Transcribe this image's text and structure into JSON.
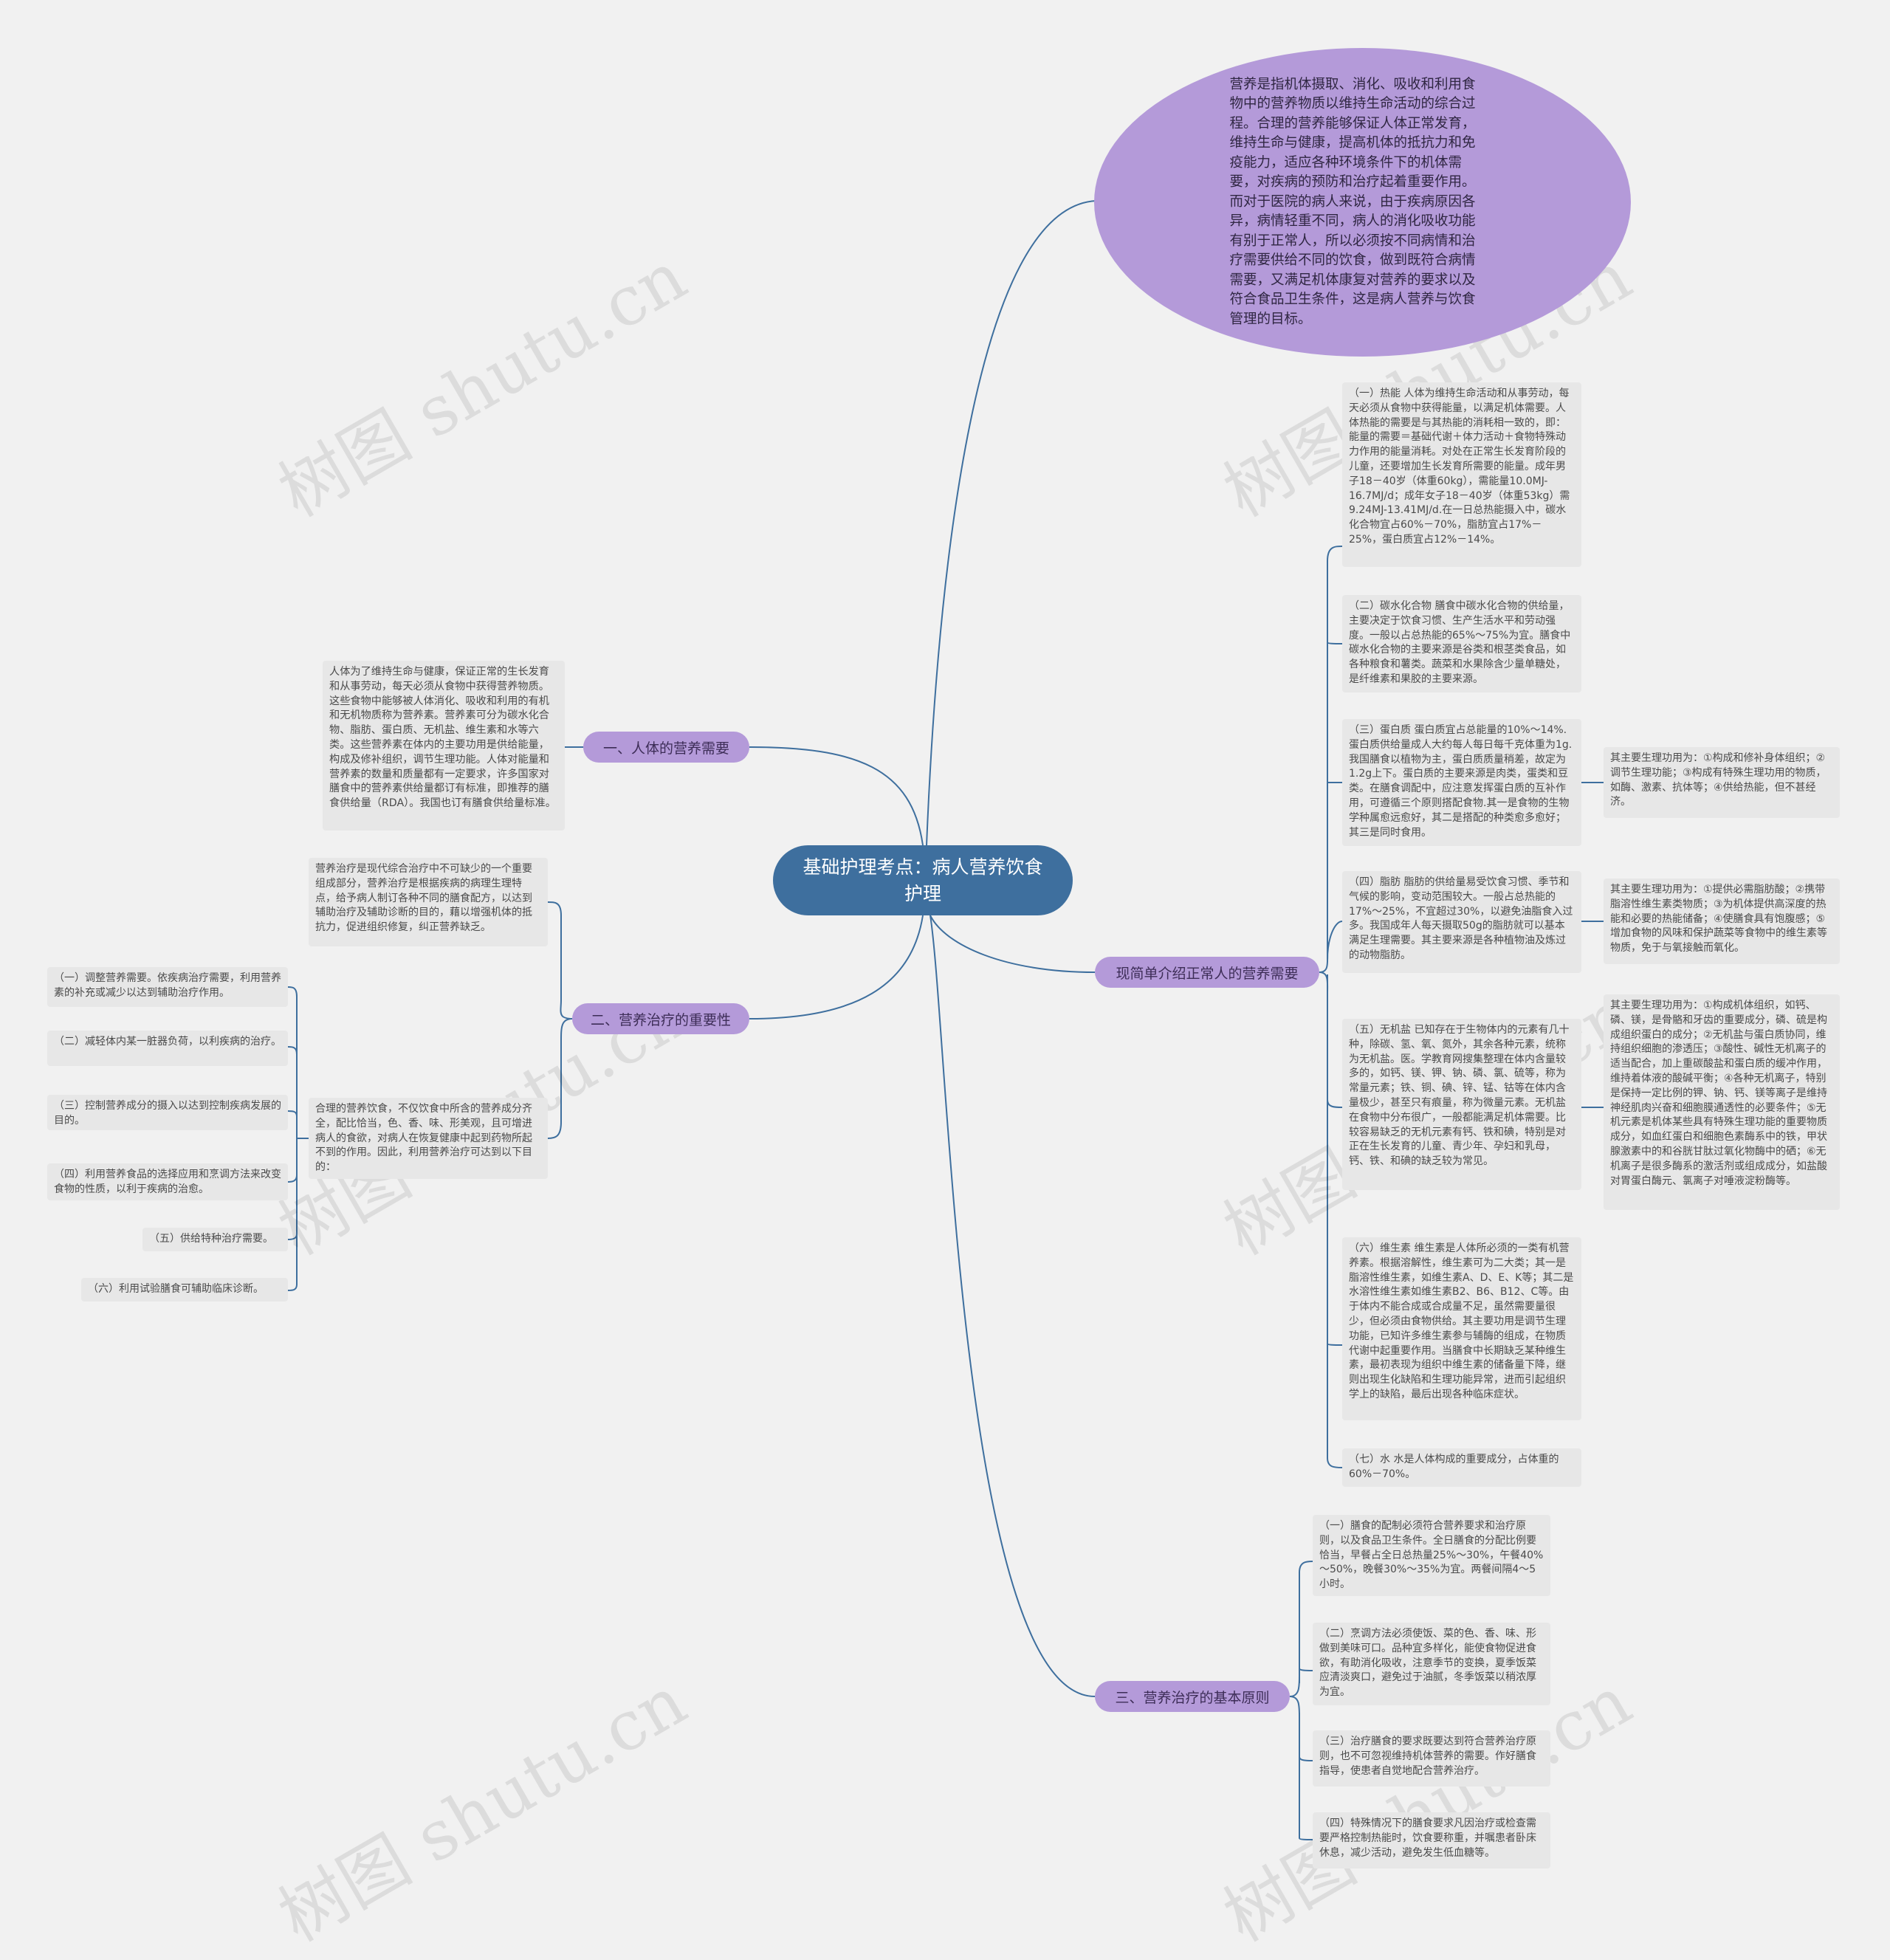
{
  "root": {
    "title": "基础护理考点：病人营养饮食护理"
  },
  "intro": {
    "text": "营养是指机体摄取、消化、吸收和利用食物中的营养物质以维持生命活动的综合过程。合理的营养能够保证人体正常发育，维持生命与健康，提高机体的抵抗力和免疫能力，适应各种环境条件下的机体需要，对疾病的预防和治疗起着重要作用。而对于医院的病人来说，由于疾病原因各异，病情轻重不同，病人的消化吸收功能有别于正常人，所以必须按不同病情和治疗需要供给不同的饮食，做到既符合病情需要，又满足机体康复对营养的要求以及符合食品卫生条件，这是病人营养与饮食管理的目标。"
  },
  "branches": {
    "b1": {
      "label": "一、人体的营养需要"
    },
    "b2": {
      "label": "二、营养治疗的重要性"
    },
    "b3": {
      "label": "现简单介绍正常人的营养需要"
    },
    "b4": {
      "label": "三、营养治疗的基本原则"
    }
  },
  "b1_items": {
    "main": "人体为了维持生命与健康，保证正常的生长发育和从事劳动，每天必须从食物中获得营养物质。这些食物中能够被人体消化、吸收和利用的有机和无机物质称为营养素。营养素可分为碳水化合物、脂肪、蛋白质、无机盐、维生素和水等六类。这些营养素在体内的主要功用是供给能量，构成及修补组织，调节生理功能。人体对能量和营养素的数量和质量都有一定要求，许多国家对膳食中的营养素供给量都订有标准，即推荐的膳食供给量（RDA）。我国也订有膳食供给量标准。"
  },
  "b2_items": {
    "top": "营养治疗是现代综合治疗中不可缺少的一个重要组成部分，营养治疗是根据疾病的病理生理特点，给予病人制订各种不同的膳食配方，以达到辅助治疗及辅助诊断的目的，藉以增强机体的抵抗力，促进组织修复，纠正营养缺乏。",
    "mid": "合理的营养饮食，不仅饮食中所含的营养成分齐全，配比恰当，色、香、味、形美观，且可增进病人的食欲，对病人在恢复健康中起到药物所起不到的作用。因此，利用营养治疗可达到以下目的：",
    "p1": "（一）调整营养需要。依疾病治疗需要，利用营养素的补充或减少以达到辅助治疗作用。",
    "p2": "（二）减轻体内某一脏器负荷，以利疾病的治疗。",
    "p3": "（三）控制营养成分的摄入以达到控制疾病发展的目的。",
    "p4": "（四）利用营养食品的选择应用和烹调方法来改变食物的性质，以利于疾病的治愈。",
    "p5": "（五）供给特种治疗需要。",
    "p6": "（六）利用试验膳食可辅助临床诊断。"
  },
  "b3_items": {
    "n1": "（一）热能 人体为维持生命活动和从事劳动，每天必须从食物中获得能量，以满足机体需要。人体热能的需要是与其热能的消耗相一致的，即：能量的需要＝基础代谢＋体力活动＋食物特殊动力作用的能量消耗。对处在正常生长发育阶段的儿童，还要增加生长发育所需要的能量。成年男子18－40岁（体重60kg），需能量10.0MJ-16.7MJ/d；成年女子18－40岁（体重53kg）需9.24MJ-13.41MJ/d.在一日总热能摄入中，碳水化合物宜占60%－70%，脂肪宜占17%－25%，蛋白质宜占12%－14%。",
    "n2": "（二）碳水化合物 膳食中碳水化合物的供给量，主要决定于饮食习惯、生产生活水平和劳动强度。一般以占总热能的65%～75%为宜。膳食中碳水化合物的主要来源是谷类和根茎类食品，如各种粮食和薯类。蔬菜和水果除含少量单糖处，是纤维素和果胶的主要来源。",
    "n3": "（三）蛋白质 蛋白质宜占总能量的10%～14%.蛋白质供给量成人大约每人每日每千克体重为1g.我国膳食以植物为主，蛋白质质量稍差，故定为1.2g上下。蛋白质的主要来源是肉类，蛋类和豆类。在膳食调配中，应注意发挥蛋白质的互补作用，可遵循三个原则搭配食物.其一是食物的生物学种属愈远愈好，其二是搭配的种类愈多愈好；其三是同时食用。",
    "n3d": "其主要生理功用为：①构成和修补身体组织；②调节生理功能；③构成有特殊生理功用的物质，如酶、激素、抗体等；④供给热能，但不甚经济。",
    "n4": "（四）脂肪 脂肪的供给量易受饮食习惯、季节和气候的影响，变动范围较大。一般占总热能的17%～25%，不宜超过30%，以避免油脂食入过多。我国成年人每天摄取50g的脂肪就可以基本满足生理需要。其主要来源是各种植物油及炼过的动物脂肪。",
    "n4d": "其主要生理功用为：①提供必需脂肪酸；②携带脂溶性维生素类物质；③为机体提供高深度的热能和必要的热能储备；④使膳食具有饱腹感；⑤增加食物的风味和保护蔬菜等食物中的维生素等物质，免于与氧接触而氧化。",
    "n5": "（五）无机盐 已知存在于生物体内的元素有几十种，除碳、氢、氧、氮外，其余各种元素，统称为无机盐。医。学教育网搜集整理在体内含量较多的，如钙、镁、钾、钠、磷、氯、硫等，称为常量元素；铁、铜、碘、锌、锰、钴等在体内含量极少，甚至只有痕量，称为微量元素。无机盐在食物中分布很广，一般都能满足机体需要。比较容易缺乏的无机元素有钙、铁和碘，特别是对正在生长发育的儿童、青少年、孕妇和乳母，钙、铁、和碘的缺乏较为常见。",
    "n5d": "其主要生理功用为：①构成机体组织，如钙、磷、镁，是骨骼和牙齿的重要成分，磷、硫是构成组织蛋白的成分；②无机盐与蛋白质协同，维持组织细胞的渗透压；③酸性、碱性无机离子的适当配合，加上重碳酸盐和蛋白质的缓冲作用，维持着体液的酸碱平衡；④各种无机离子，特别是保持一定比例的钾、钠、钙、镁等离子是维持神经肌肉兴奋和细胞膜通透性的必要条件；⑤无机元素是机体某些具有特殊生理功能的重要物质成分，如血红蛋白和细胞色素酶系中的铁，甲状腺激素中的和谷胱甘肽过氧化物酶中的硒；⑥无机离子是很多酶系的激活剂或组成成分，如盐酸对胃蛋白酶元、氯离子对唾液淀粉酶等。",
    "n6": "（六）维生素 维生素是人体所必须的一类有机营养素。根据溶解性，维生素可为二大类；其一是脂溶性维生素，如维生素A、D、E、K等；其二是水溶性维生素如维生素B2、B6、B12、C等。由于体内不能合成或合成量不足，虽然需要量很少，但必须由食物供给。其主要功用是调节生理功能，已知许多维生素参与辅酶的组成，在物质代谢中起重要作用。当膳食中长期缺乏某种维生素，最初表现为组织中维生素的储备量下降，继则出现生化缺陷和生理功能异常，进而引起组织学上的缺陷，最后出现各种临床症状。",
    "n7": "（七）水 水是人体构成的重要成分，占体重的60%－70%。"
  },
  "b4_items": {
    "r1": "（一）膳食的配制必须符合营养要求和治疗原则，以及食品卫生条件。全日膳食的分配比例要恰当，早餐占全日总热量25%～30%，午餐40%～50%，晚餐30%～35%为宜。两餐间隔4～5小时。",
    "r2": "（二）烹调方法必须使饭、菜的色、香、味、形做到美味可口。品种宜多样化，能使食物促进食欲，有助消化吸收，注意季节的变换，夏季饭菜应清淡爽口，避免过于油腻，冬季饭菜以稍浓厚为宜。",
    "r3": "（三）治疗膳食的要求既要达到符合营养治疗原则，也不可忽视维持机体营养的需要。作好膳食指导，使患者自觉地配合营养治疗。",
    "r4": "（四）特殊情况下的膳食要求凡因治疗或检查需要严格控制热能时，饮食要称重，并嘱患者卧床休息，减少活动，避免发生低血糖等。"
  },
  "watermark": {
    "text": "树图 shutu.cn"
  },
  "colors": {
    "root": "#3e6f9e",
    "branch": "#b49ad9",
    "leaf": "#e7e7e7",
    "line": "#3e6f9e",
    "background": "#f1f1f1"
  }
}
